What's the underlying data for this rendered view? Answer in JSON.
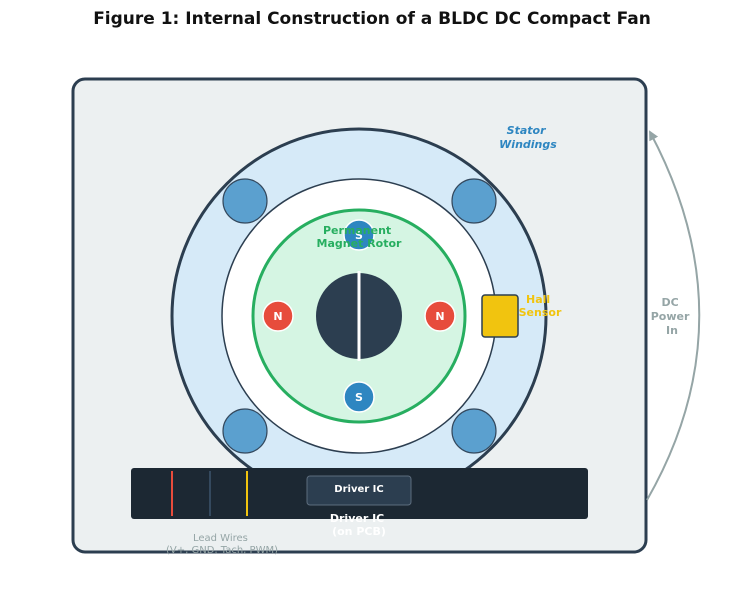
{
  "title": "Figure 1: Internal Construction of a BLDC DC Compact Fan",
  "labels": {
    "stator": [
      "Stator",
      "Windings"
    ],
    "rotor": [
      "Permanent",
      "Magnet Rotor"
    ],
    "hall": [
      "Hall",
      "Sensor"
    ],
    "power": [
      "DC",
      "Power",
      "In"
    ],
    "driver_chip": "Driver IC",
    "driver_pcb": [
      "Driver IC",
      "(on PCB)"
    ],
    "lead_wires": [
      "Lead Wires",
      "(V+, GND, Tach, PWM)"
    ]
  },
  "magnets": {
    "north": "N",
    "south": "S"
  },
  "colors": {
    "housing_fill": "#ecf0f1",
    "housing_stroke": "#2c3e50",
    "stator_fill": "#d6eaf8",
    "winding_fill": "#5ba0cf",
    "rotor_fill": "#d5f5e3",
    "rotor_stroke": "#27ae60",
    "hub_fill": "#2c3e50",
    "north_pole": "#e74c3c",
    "south_pole": "#2e86c1",
    "hall_sensor": "#f1c40f",
    "pcb_fill": "#1c2833",
    "chip_fill": "#2c3e50",
    "power_arrow": "#95a5a6",
    "wire_red": "#e74c3c",
    "wire_black": "#34495e",
    "wire_yellow": "#f1c40f"
  }
}
